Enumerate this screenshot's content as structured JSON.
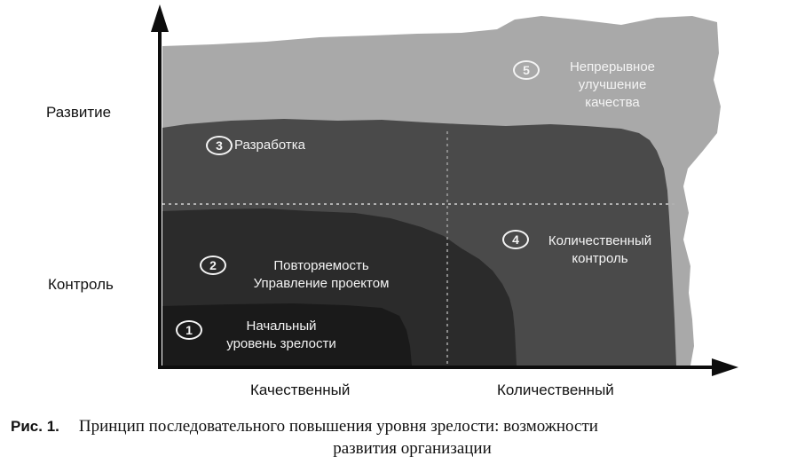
{
  "axes": {
    "y_labels": [
      "Развитие",
      "Контроль"
    ],
    "x_labels": [
      "Качественный",
      "Количественный"
    ]
  },
  "regions": [
    {
      "number": "1",
      "lines": "Начальный\nуровень зрелости"
    },
    {
      "number": "2",
      "lines": "Повторяемость\nУправление проектом"
    },
    {
      "number": "3",
      "lines": "Разработка"
    },
    {
      "number": "4",
      "lines": "Количественный\nконтроль"
    },
    {
      "number": "5",
      "lines": "Непрерывное\nулучшение\nкачества"
    }
  ],
  "caption": {
    "prefix": "Рис. 1.",
    "line1": "Принцип последовательного повышения уровня зрелости: возможности",
    "line2": "развития организации"
  },
  "colors": {
    "level5": "#a9a9a9",
    "level34": "#4a4a4a",
    "level2": "#2b2b2b",
    "level1": "#1a1a1a",
    "axis": "#0d0d0d"
  }
}
